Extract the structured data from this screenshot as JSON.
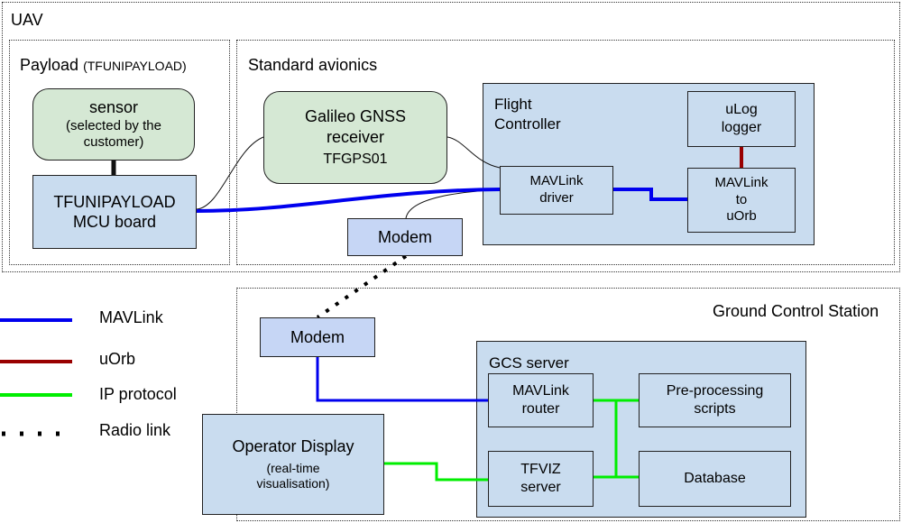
{
  "regions": {
    "uav": "UAV",
    "payload_main": "Payload",
    "payload_sub": "(TFUNIPAYLOAD)",
    "avionics": "Standard avionics",
    "gcs": "Ground Control Station"
  },
  "boxes": {
    "sensor": {
      "title": "sensor",
      "sub": "(selected by the\ncustomer)"
    },
    "mcu": "TFUNIPAYLOAD\nMCU board",
    "gnss": {
      "title": "Galileo GNSS\nreceiver",
      "sub": "TFGPS01"
    },
    "fc": "Flight\nController",
    "mavlink_driver": "MAVLink\ndriver",
    "ulog": "uLog\nlogger",
    "mavlink_uorb": "MAVLink\nto\nuOrb",
    "modem_uav": "Modem",
    "modem_gcs": "Modem",
    "gcs_server": "GCS server",
    "mavlink_router": "MAVLink\nrouter",
    "preprocessing": "Pre-processing\nscripts",
    "tfviz": "TFVIZ\nserver",
    "database": "Database",
    "operator": {
      "title": "Operator Display",
      "sub": "(real-time\nvisualisation)"
    }
  },
  "legend": [
    {
      "label": "MAVLink",
      "color": "#0000ee",
      "style": "solid"
    },
    {
      "label": "uOrb",
      "color": "#990000",
      "style": "solid"
    },
    {
      "label": "IP protocol",
      "color": "#00ee00",
      "style": "solid"
    },
    {
      "label": "Radio link",
      "color": "#000000",
      "style": "dotted"
    }
  ],
  "colors": {
    "box_blue": "#c9dcef",
    "box_green": "#d5e8d4",
    "modem_blue": "#c6d6f5"
  }
}
